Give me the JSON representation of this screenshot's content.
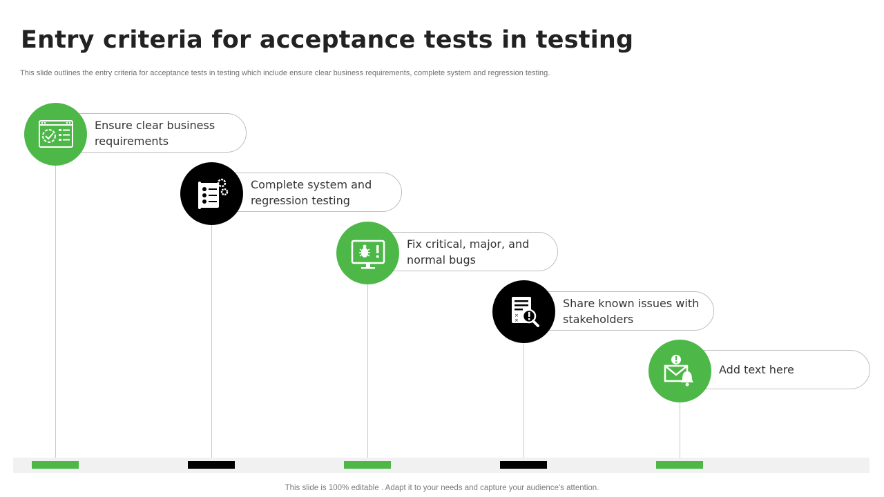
{
  "slide": {
    "title": "Entry criteria for acceptance tests in testing",
    "subtitle": "This slide outlines the entry criteria for acceptance tests in testing which include ensure clear business requirements, complete system and regression testing.",
    "footer": "This slide is 100% editable . Adapt it to your needs and capture your audience's attention."
  },
  "colors": {
    "accent_green": "#4db848",
    "accent_black": "#000000",
    "track": "#f1f1f1"
  },
  "steps": [
    {
      "line1": "Ensure clear business",
      "line2": "requirements",
      "icon": "requirements-checklist-icon",
      "color": "green"
    },
    {
      "line1": "Complete system and",
      "line2": "regression testing",
      "icon": "checklist-gear-icon",
      "color": "black"
    },
    {
      "line1": "Fix critical, major, and",
      "line2": "normal bugs",
      "icon": "bug-monitor-icon",
      "color": "green"
    },
    {
      "line1": "Share known issues with",
      "line2": "stakeholders",
      "icon": "document-search-alert-icon",
      "color": "black"
    },
    {
      "line1": "Add text here",
      "line2": "",
      "icon": "mail-alert-bell-icon",
      "color": "green"
    }
  ]
}
